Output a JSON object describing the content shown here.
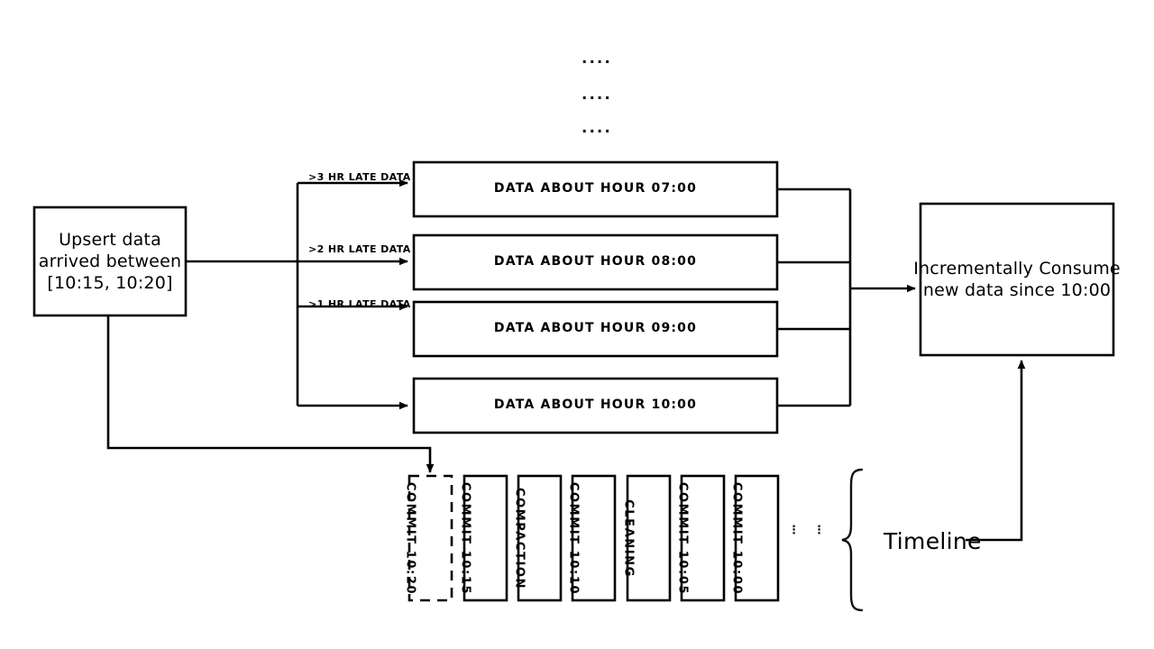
{
  "diagram": {
    "title_hidden": "",
    "source_box": {
      "lines": [
        "Upsert data",
        "arrived between",
        "[10:15, 10:20]"
      ]
    },
    "late_labels": [
      {
        "text": ">3 HR LATE DATA"
      },
      {
        "text": ">2 HR LATE DATA"
      },
      {
        "text": ">1 HR LATE DATA"
      }
    ],
    "ellipsis_rows": [
      "....",
      "....",
      "...."
    ],
    "data_boxes": [
      {
        "label": "DATA ABOUT HOUR 07:00"
      },
      {
        "label": "DATA ABOUT HOUR 08:00"
      },
      {
        "label": "DATA ABOUT HOUR 09:00"
      },
      {
        "label": "DATA ABOUT HOUR 10:00"
      }
    ],
    "consumer_box": {
      "lines": [
        "Incrementally Consume",
        "new data since 10:00"
      ]
    },
    "timeline": {
      "brace_label": "Timeline",
      "ellipsis_marks": [
        "⋮",
        "⋮"
      ],
      "commits": [
        {
          "label": "COMMIT 10:20",
          "style": "dashed"
        },
        {
          "label": "COMMIT 10:15",
          "style": "solid"
        },
        {
          "label": "COMPACTION",
          "style": "solid"
        },
        {
          "label": "COMMIT 10:10",
          "style": "solid"
        },
        {
          "label": "CLEANING",
          "style": "solid"
        },
        {
          "label": "COMMIT 10:05",
          "style": "solid"
        },
        {
          "label": "COMMIT 10:00",
          "style": "solid"
        }
      ]
    },
    "colors": {
      "stroke": "#000000",
      "background": "#ffffff",
      "text": "#000000"
    }
  }
}
